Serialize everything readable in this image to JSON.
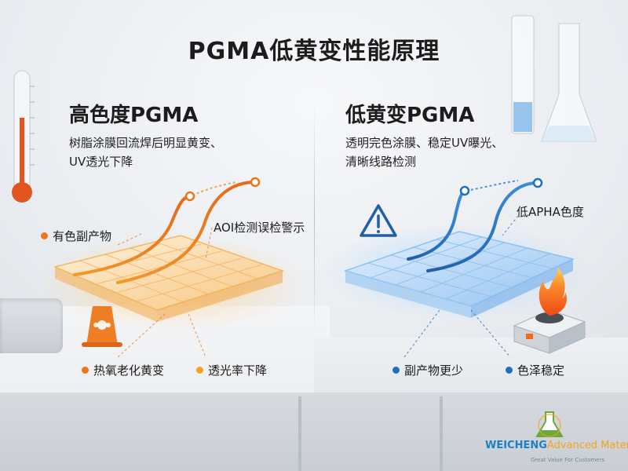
{
  "title": "PGMA低黄变性能原理",
  "left": {
    "heading": "高色度PGMA",
    "desc_line1": "树脂涂膜回流焊后明显黄变、",
    "desc_line2": "UV透光下降",
    "label_byproduct": "有色副产物",
    "label_aoi": "AOI检测误检警示",
    "label_aging": "热氧老化黄变",
    "label_transmittance": "透光率下降",
    "accent": "#e9771c"
  },
  "right": {
    "heading": "低黄变PGMA",
    "desc_line1": "透明完色涂膜、稳定UV曝光、",
    "desc_line2": "清晰线路检测",
    "label_apha": "低APHA色度",
    "label_byproduct": "副产物更少",
    "label_color": "色泽稳定",
    "accent": "#1e6fc0"
  },
  "logo": {
    "brand_a": "WEICHENG",
    "brand_b": "Advanced Material",
    "slogan": "Great Value For Customers"
  },
  "colors": {
    "orange": "#e9771c",
    "blue": "#1e6fc0",
    "warning": "#1f5fa8",
    "flame": "#f26b1d"
  },
  "icons": [
    "warning-triangle-icon",
    "thermometer-icon",
    "beaker-icon",
    "flask-icon",
    "stove-flame-icon",
    "bell-shield-icon",
    "logo-flask-icon"
  ]
}
